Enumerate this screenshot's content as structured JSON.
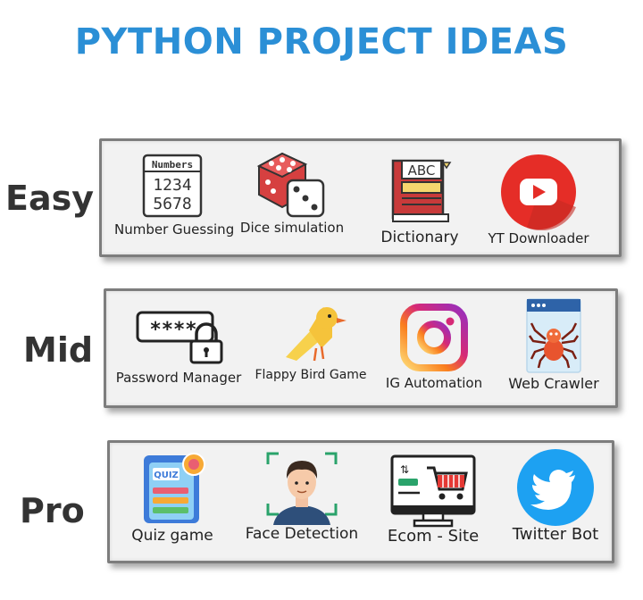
{
  "title": "PYTHON PROJECT IDEAS",
  "levels": [
    {
      "label": "Easy",
      "items": [
        {
          "label": "Number Guessing",
          "icon": "numbers-icon",
          "icon_text": [
            "Numbers",
            "1234",
            "5678"
          ]
        },
        {
          "label": "Dice simulation",
          "icon": "dice-icon"
        },
        {
          "label": "Dictionary",
          "icon": "dictionary-book-icon",
          "icon_text": [
            "ABC"
          ]
        },
        {
          "label": "YT Downloader",
          "icon": "youtube-play-icon"
        }
      ]
    },
    {
      "label": "Mid",
      "items": [
        {
          "label": "Password Manager",
          "icon": "password-lock-icon",
          "icon_text": [
            "****"
          ]
        },
        {
          "label": "Flappy Bird Game",
          "icon": "bird-icon"
        },
        {
          "label": "IG Automation",
          "icon": "instagram-icon"
        },
        {
          "label": "Web Crawler",
          "icon": "spider-browser-icon"
        }
      ]
    },
    {
      "label": "Pro",
      "items": [
        {
          "label": "Quiz game",
          "icon": "quiz-icon",
          "icon_text": [
            "QUIZ"
          ]
        },
        {
          "label": "Face Detection",
          "icon": "face-detection-icon"
        },
        {
          "label": "Ecom - Site",
          "icon": "ecommerce-monitor-icon"
        },
        {
          "label": "Twitter Bot",
          "icon": "twitter-bird-icon"
        }
      ]
    }
  ],
  "colors": {
    "title": "#2b8fd6",
    "youtube_red": "#e52d27",
    "instagram_gradient": [
      "#feda75",
      "#d62976",
      "#962fbf"
    ],
    "twitter_blue": "#1da1f2"
  }
}
